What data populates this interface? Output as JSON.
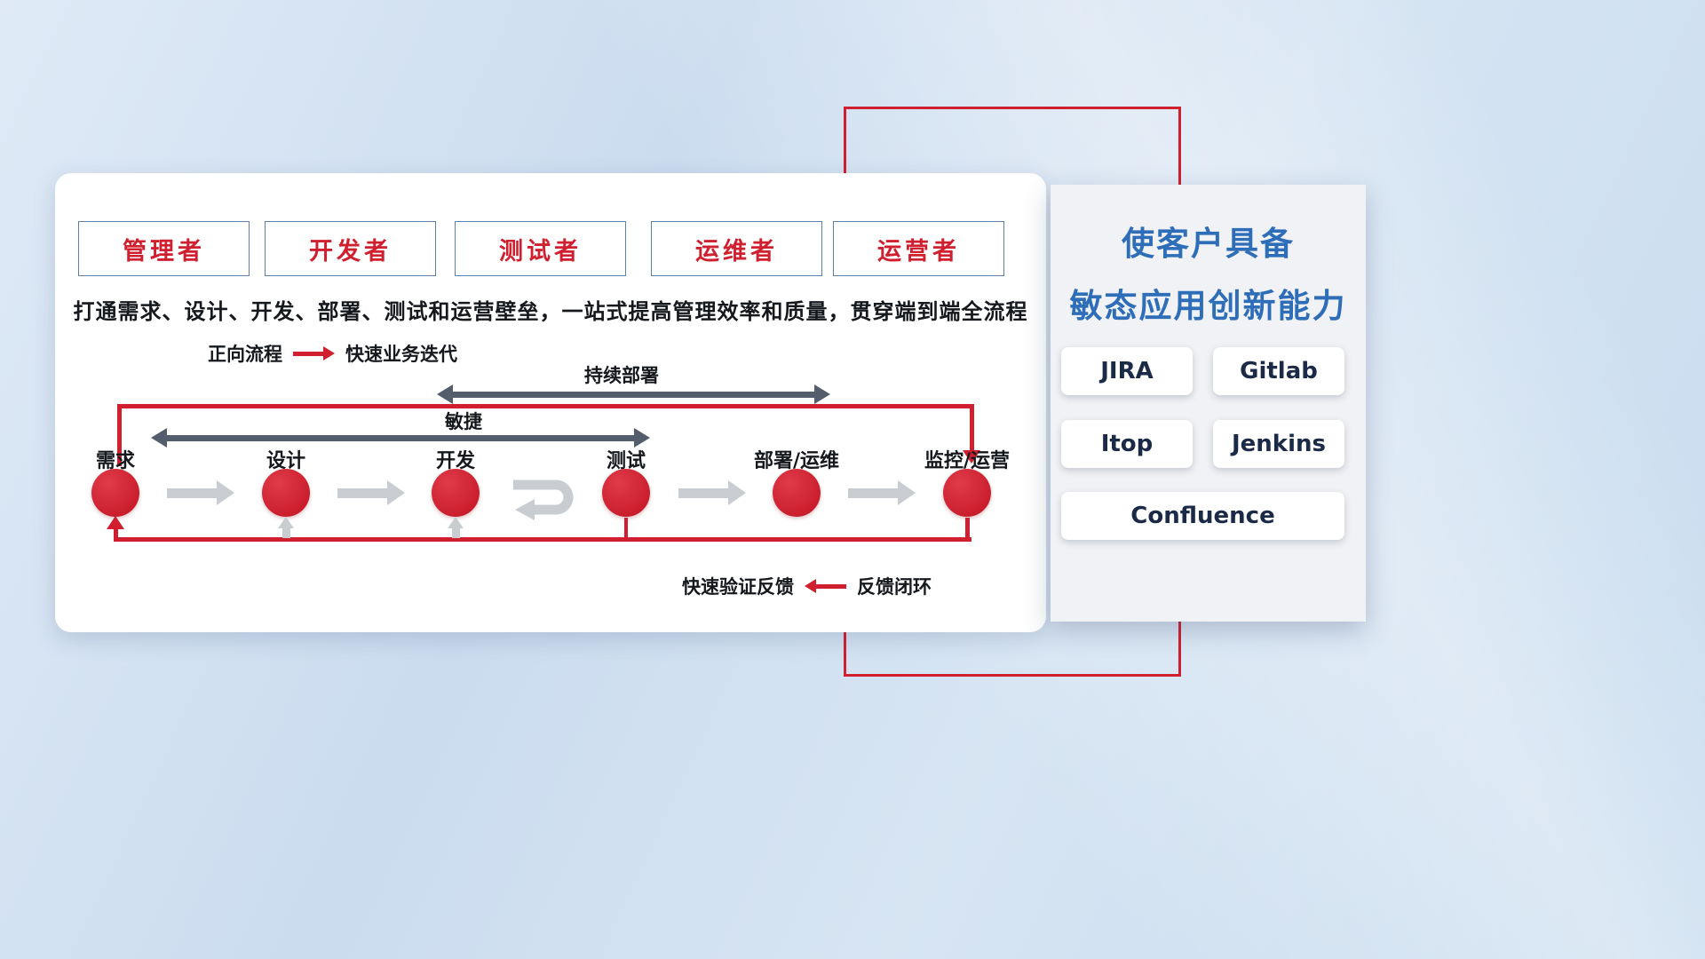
{
  "main_card": {
    "roles": [
      "管理者",
      "开发者",
      "测试者",
      "运维者",
      "运营者"
    ],
    "subtitle": "打通需求、设计、开发、部署、测试和运营壁垒，一站式提高管理效率和质量，贯穿端到端全流程",
    "forward_legend": {
      "label": "正向流程",
      "text": "快速业务迭代"
    },
    "arrow_labels": {
      "continuous_deployment": "持续部署",
      "agile": "敏捷"
    },
    "nodes": [
      "需求",
      "设计",
      "开发",
      "测试",
      "部署/运维",
      "监控/运营"
    ],
    "feedback_legend": {
      "text": "快速验证反馈",
      "label": "反馈闭环"
    }
  },
  "side_panel": {
    "title_line1": "使客户具备",
    "title_line2": "敏态应用创新能力",
    "tools": [
      "JIRA",
      "Gitlab",
      "Itop",
      "Jenkins",
      "Confluence"
    ]
  },
  "colors": {
    "accent_red": "#d01f2e",
    "title_blue": "#2e6db8",
    "dark_arrow": "#535d6b",
    "light_arrow": "#c9cdd2"
  }
}
